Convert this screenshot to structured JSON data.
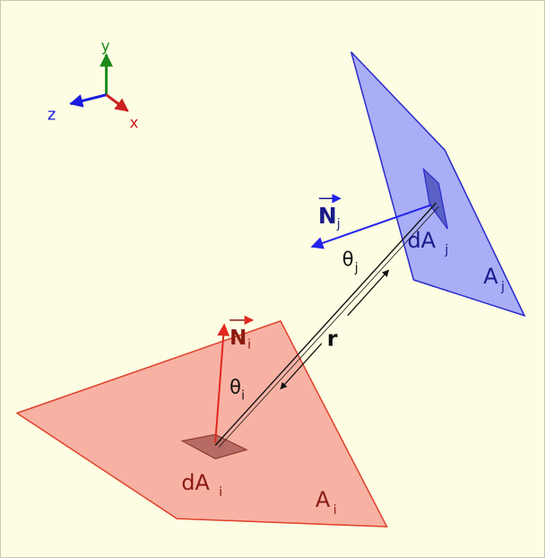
{
  "axes": {
    "y_label": "y",
    "z_label": "z",
    "x_label": "x"
  },
  "labels": {
    "normal_j": "N",
    "normal_j_sub": "j",
    "theta_j": "θ",
    "theta_j_sub": "j",
    "dA_j": "dA",
    "dA_j_sub": "j",
    "A_j": "A",
    "A_j_sub": "j",
    "normal_i": "N",
    "normal_i_sub": "i",
    "theta_i": "θ",
    "theta_i_sub": "i",
    "r": "r",
    "dA_i": "dA",
    "dA_i_sub": "i",
    "A_i": "A",
    "A_i_sub": "i"
  },
  "colors": {
    "background": "#fdfde3",
    "surface_j_fill": "#a9aef6",
    "surface_j_stroke": "#2a2acc",
    "patch_j_fill": "#5a61c4",
    "normal_j": "#2222ee",
    "label_j": "#1a1a8a",
    "surface_i_fill": "#f7b2a4",
    "surface_i_stroke": "#e0402a",
    "patch_i_fill": "#b86b64",
    "normal_i": "#e0281e",
    "label_i": "#8a1a10",
    "ray": "#111111",
    "axis_y": "#1a8a1a",
    "axis_z": "#1a1add",
    "axis_x": "#cc2020"
  },
  "icons": {
    "arrow_marker": "arrowhead"
  }
}
